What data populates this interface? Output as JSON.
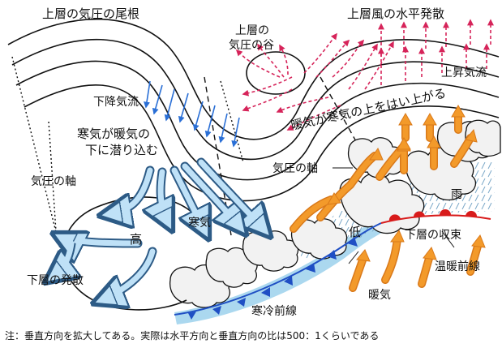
{
  "labels": {
    "upper_ridge": "上層の気圧の尾根",
    "upper_trough_line1": "上層の",
    "upper_trough_line2": "気圧の谷",
    "upper_divergence": "上層風の水平発散",
    "ascending_flow": "上昇気流",
    "descending_flow": "下降気流",
    "warm_over_cold": "暖気が寒気の上をはい上がる",
    "cold_under_line1": "寒気が暖気の",
    "cold_under_line2": "下に潜り込む",
    "pressure_axis_left": "気圧の軸",
    "pressure_axis_right": "気圧の軸",
    "rain": "雨",
    "cold_air": "寒気",
    "high": "高",
    "low": "低",
    "lower_convergence": "下層の収束",
    "lower_divergence": "下層の発散",
    "warm_front": "温暖前線",
    "warm_air": "暖気",
    "cold_front": "寒冷前線"
  },
  "note": "注：垂直方向を拡大してある。実際は水平方向と垂直方向の比は500：1くらいである",
  "colors": {
    "contour": "#111111",
    "upper_flow": "#d6245a",
    "descending": "#2a6fd6",
    "cold_arrow_fill": "#bfe1f7",
    "cold_arrow_stroke": "#2d5b86",
    "warm_arrow": "#f39a2a",
    "warm_front_symbol": "#d81b1b",
    "cold_front_symbol": "#1f4fc4",
    "cold_front_strip": "#9cd1ec",
    "cloud_fill": "#f2f2f2"
  }
}
